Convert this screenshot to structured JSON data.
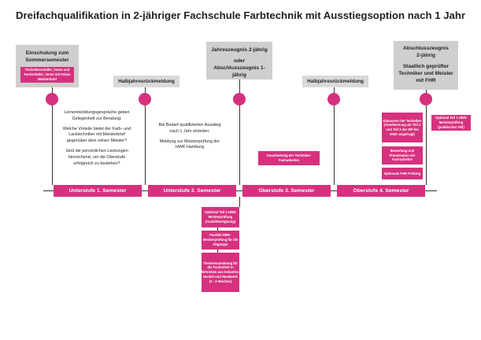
{
  "title": "Dreifachqualifikation in 2-jähriger Fachschule Farbtechnik mit Ausstiegsoption nach 1 Jahr",
  "top_boxes": {
    "einschulung": "Einschulung zum Sommersemester",
    "jahreszeugnis_l1": "Jahreszeugnis 2-jährig",
    "jahreszeugnis_l2": "oder Abschlusszeugnis 1-jährig",
    "abschluss_l1": "Abschlusszeugnis 2-jährig",
    "abschluss_l2": "Staatlich geprüfter Techniker und Meister mit FHR"
  },
  "halbjahr_left": "Halbjahresrückmeldung",
  "halbjahr_right": "Halbjahresrückmeldung",
  "pink_notes": {
    "technikerschueler": "Technikerschüler_innen und Fachschüler_innen mit Fokus Meisterbrief",
    "ausarbeitung": "Ausarbeitung der Techniker-Facharbeiten",
    "klausuren": "Klausuren der Techniker (Anerkennung als Teil 2 und Teil 3 der MP bei HWK angefragt)",
    "bewertung": "Bewertung und Präsentation der Facharbeiten",
    "optionale_fhr": "Optionale FHR Prüfung",
    "optional_teil1_right": "Optional Teil 1 HWK Meisterprüfung (praktischer Teil)",
    "optional_teil4": "Optional Teil 4 HWK Meisterprüfung (Ausbildereignung)",
    "parallel_hwk": "Parallel HWK-Meisterprüfung für die Abgänger",
    "themensammlung": "Themensammlung für die Facharbeit in Betrieben aus Industrie, Handel und Handwerk (2 - 3 Wochen)"
  },
  "notes": {
    "lernentwicklung": "Lernentwicklungsgespräche geben Gelegenheit zur Beratung:",
    "vorteile": "Welche Vorteile bietet der Farb- und Lacktechniker mit Meisterbrief gegenüber dem reinen Meister?",
    "leistungen": "Sind die persönlichen Leistungen hinreichend, um die Oberstufe erfolgreich zu bestehen?",
    "bedarf": "Bei Bedarf qualifizierten Ausstieg nach 1 Jahr einleiten:",
    "meldung": "Meldung zur Meisterprüfung der HWK Hamburg"
  },
  "semesters": [
    "Unterstufe 1. Semester",
    "Unterstufe 2. Semester",
    "Oberstufe 3. Semester",
    "Oberstufe 4. Semester"
  ],
  "colors": {
    "accent": "#d6317e",
    "gray_box": "#cfcfcf",
    "line": "#333333"
  }
}
